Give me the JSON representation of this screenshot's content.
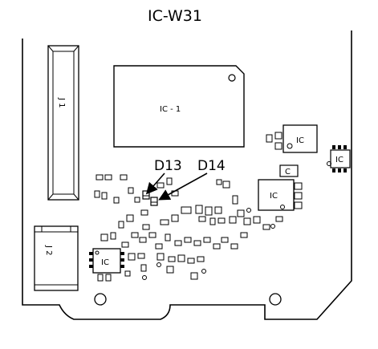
{
  "title": "IC-W31",
  "labels": {
    "j1": "J 1",
    "j2": "J 2",
    "ic1": "IC - 1",
    "ic_upper_right": "IC",
    "ic_far_right": "IC",
    "ic_middle_right": "IC",
    "ic_lower_left": "IC",
    "c_small": "C",
    "d13": "D13",
    "d14": "D14"
  }
}
